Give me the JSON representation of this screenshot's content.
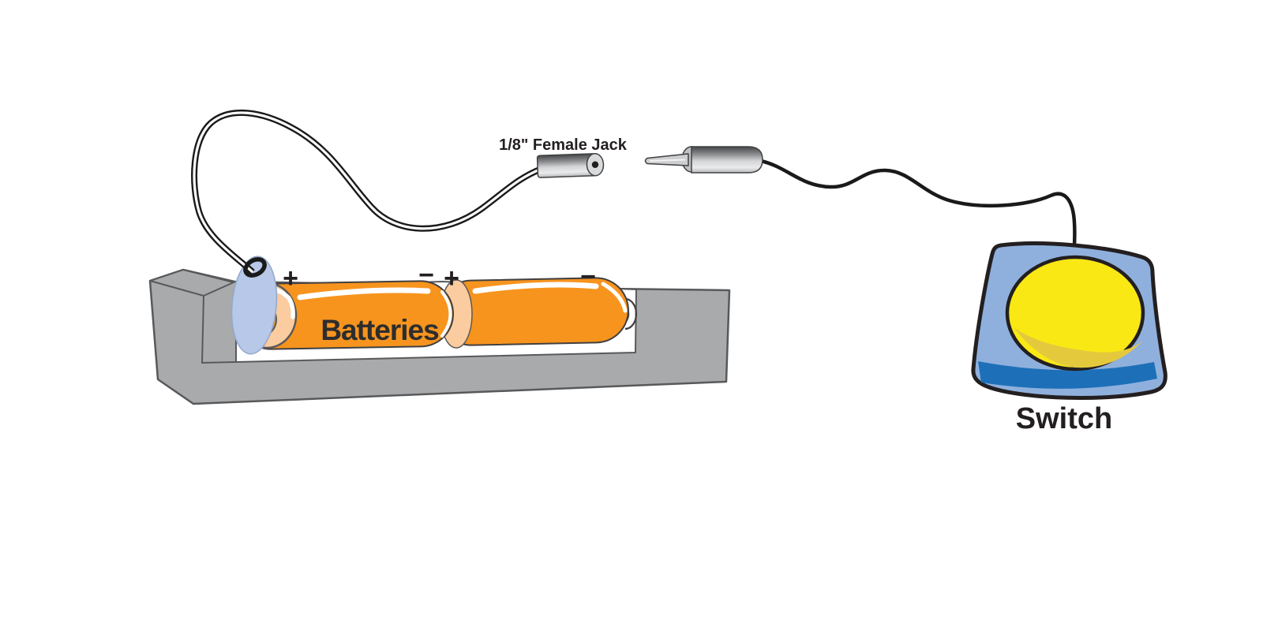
{
  "diagram": {
    "background": "#ffffff",
    "labels": {
      "female_jack": "1/8\" Female Jack",
      "batteries": "Batteries",
      "switch": "Switch"
    },
    "polarity": {
      "battery1_positive": "+",
      "junction_negative": "−",
      "junction_positive": "+",
      "battery2_negative": "−"
    },
    "colors": {
      "battery_orange": "#F7941E",
      "battery_cap_peach": "#FBCC9F",
      "holder_gray": "#A8AAAC",
      "tray_white": "#FFFFFF",
      "outline_dark": "#58595B",
      "battery_outline": "#414042",
      "wire_black": "#1A1A1A",
      "contact_oval_blue": "#B7C8E8",
      "switch_base_blue": "#8FB0DD",
      "switch_band_blue": "#1D70B8",
      "switch_button_yellow": "#F9E814",
      "switch_button_shade": "#E5C93D",
      "metal_light": "#D9DADB",
      "text_dark": "#231F20"
    }
  }
}
